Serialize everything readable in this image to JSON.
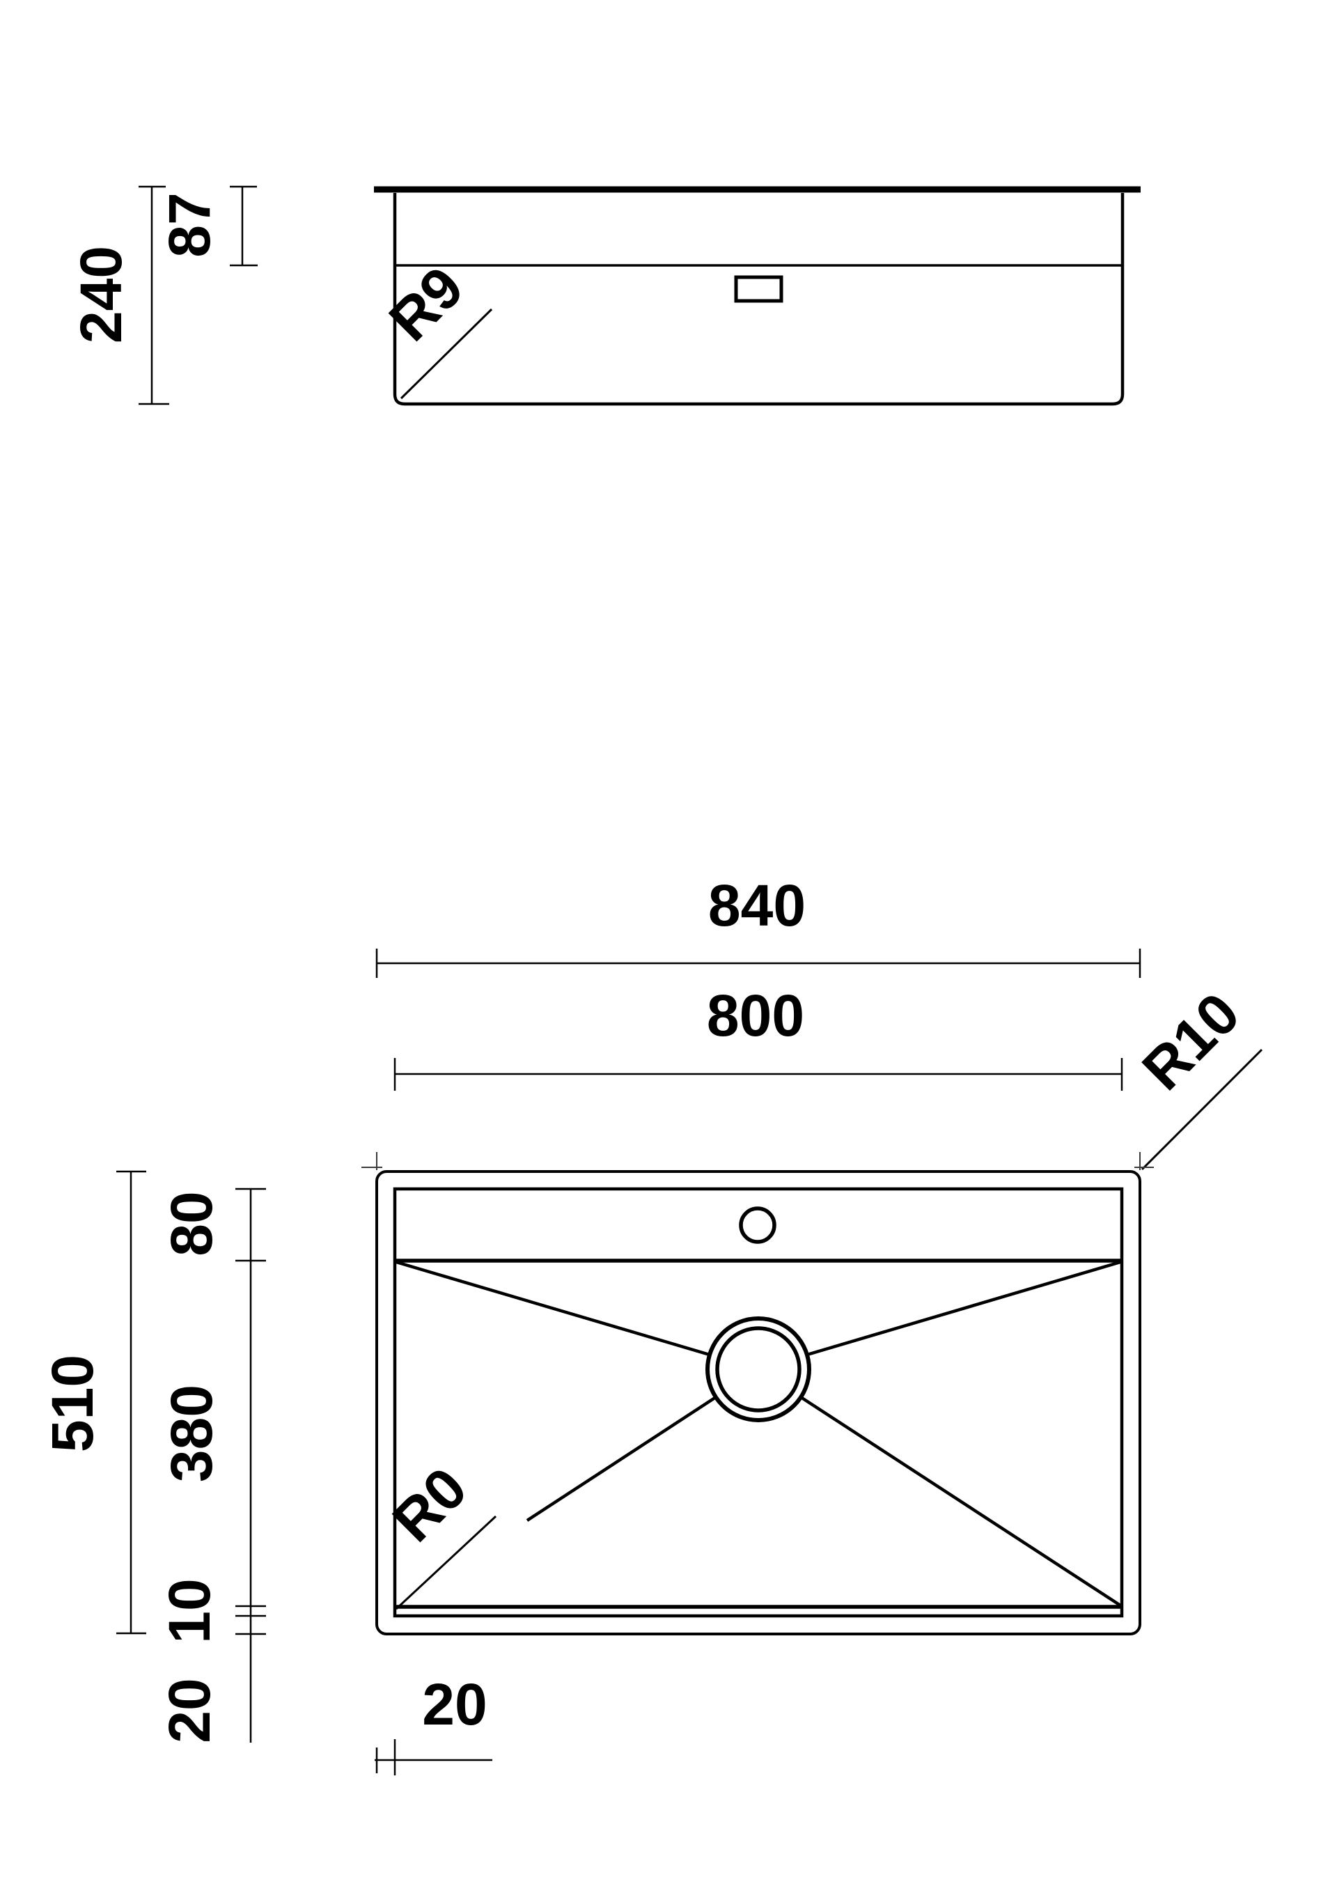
{
  "side_view": {
    "dim_total_height": "240",
    "dim_rim_height": "87",
    "radius_bottom": "R9"
  },
  "plan_view": {
    "dim_outer_width": "840",
    "dim_inner_width": "800",
    "dim_outer_depth": "510",
    "dim_deck_depth": "80",
    "dim_bowl_depth": "380",
    "dim_bowl_lip": "10",
    "dim_flange_side": "20",
    "dim_flange_bottom": "20",
    "radius_corner_outer": "R10",
    "radius_corner_inner": "R0"
  },
  "colors": {
    "ink": "#000000",
    "paper": "#ffffff"
  }
}
